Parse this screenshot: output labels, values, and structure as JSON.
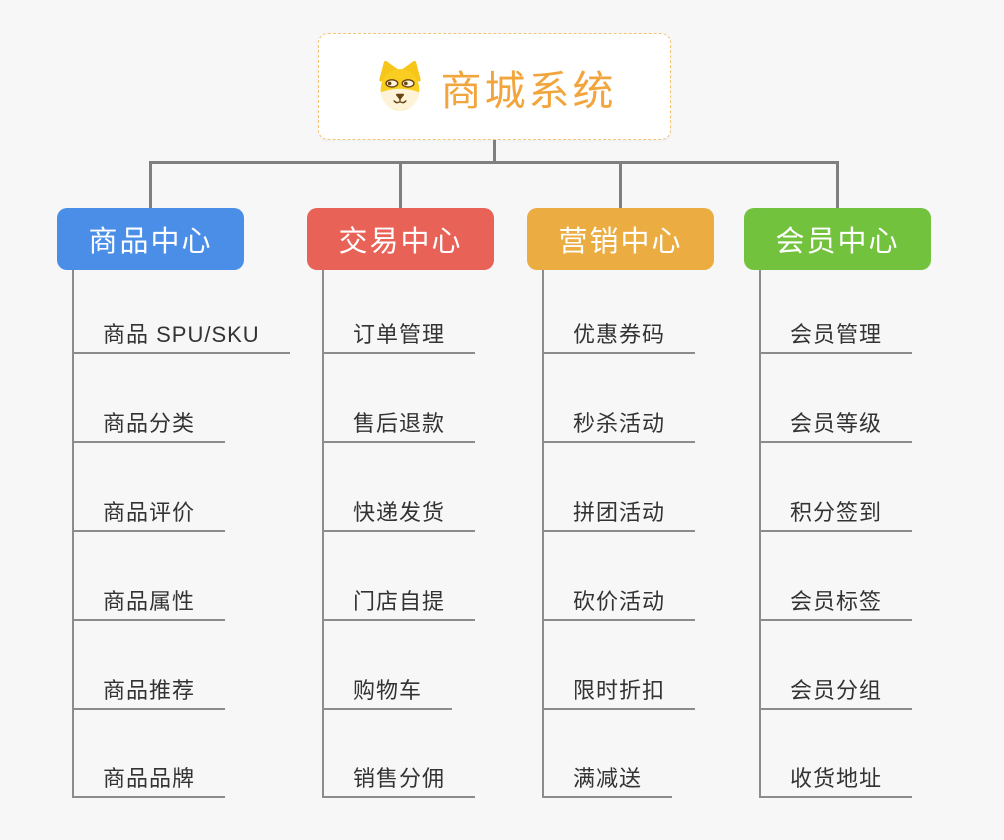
{
  "canvas": {
    "background": "#f7f7f7"
  },
  "root": {
    "title": "商城系统",
    "title_color": "#f1a53c",
    "border_color": "#f3c476",
    "icon": "shiba-dog-icon"
  },
  "connectors": {
    "tree_color": "#7f7f7f",
    "leaf_color": "#8c8c8c"
  },
  "branches": [
    {
      "label": "商品中心",
      "color": "#4a8ee8",
      "items": [
        "商品 SPU/SKU",
        "商品分类",
        "商品评价",
        "商品属性",
        "商品推荐",
        "商品品牌"
      ]
    },
    {
      "label": "交易中心",
      "color": "#e96258",
      "items": [
        "订单管理",
        "售后退款",
        "快递发货",
        "门店自提",
        "购物车",
        "销售分佣"
      ]
    },
    {
      "label": "营销中心",
      "color": "#ebac41",
      "items": [
        "优惠券码",
        "秒杀活动",
        "拼团活动",
        "砍价活动",
        "限时折扣",
        "满减送"
      ]
    },
    {
      "label": "会员中心",
      "color": "#72c23d",
      "items": [
        "会员管理",
        "会员等级",
        "积分签到",
        "会员标签",
        "会员分组",
        "收货地址"
      ]
    }
  ]
}
